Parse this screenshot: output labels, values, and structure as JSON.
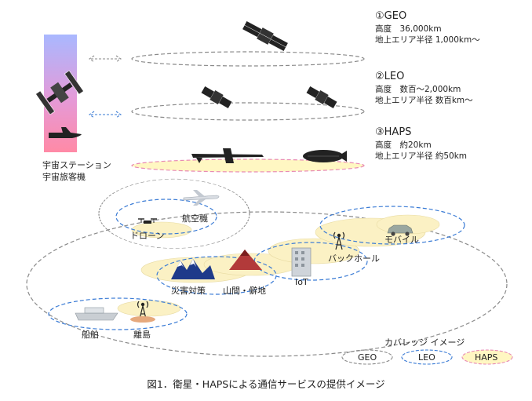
{
  "orbits": {
    "geo": {
      "title": "①GEO",
      "altitude": "高度　36,000km",
      "radius": "地上エリア半径 1,000km～"
    },
    "leo": {
      "title": "②LEO",
      "altitude": "高度　数百～2,000km",
      "radius": "地上エリア半径 数百km～"
    },
    "haps": {
      "title": "③HAPS",
      "altitude": "高度　約20km",
      "radius": "地上エリア半径 約50km"
    }
  },
  "space_labels": {
    "line1": "宇宙ステーション",
    "line2": "宇宙旅客機"
  },
  "ground_labels": {
    "aircraft": "航空機",
    "drone": "ドローン",
    "backhaul": "バックホール",
    "mobile": "モバイル",
    "disaster": "災害対策",
    "mountain": "山間・僻地",
    "iot": "IoT",
    "ship": "船舶",
    "island": "離島"
  },
  "legend": {
    "title": "カバレッジ イメージ",
    "geo": "GEO",
    "leo": "LEO",
    "haps": "HAPS"
  },
  "caption": "図1．衛星・HAPSによる通信サービスの提供イメージ",
  "colors": {
    "geo_line": "#8a8a8a",
    "leo_line": "#3a7bd5",
    "haps_fill": "#fff7c2",
    "haps_line": "#e88ab4"
  }
}
